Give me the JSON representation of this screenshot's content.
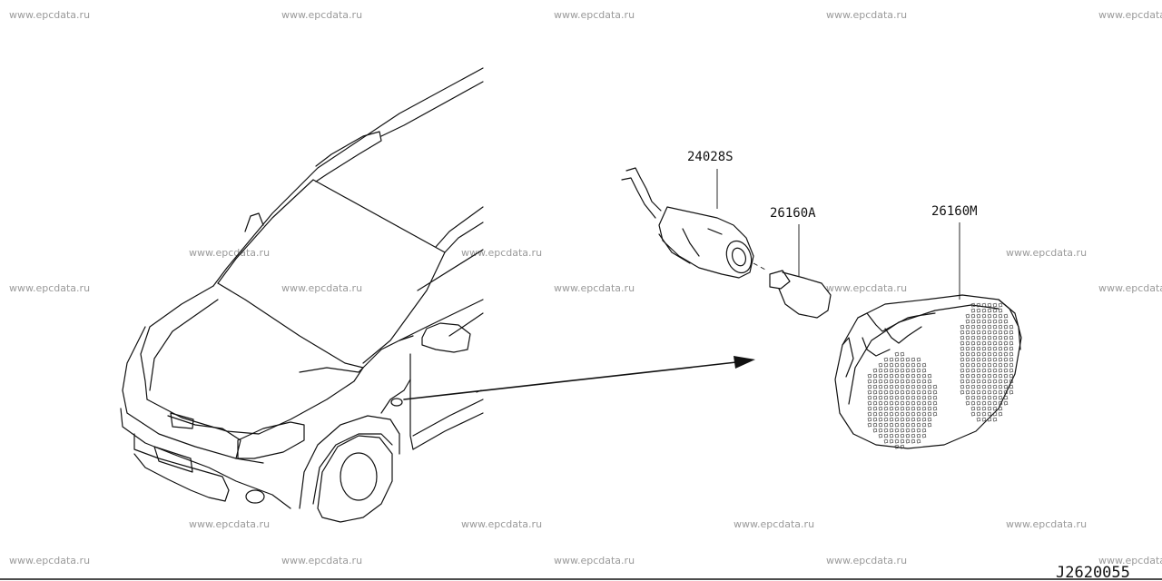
{
  "watermark_text": "www.epcdata.ru",
  "parts": [
    {
      "part_number": "24028S"
    },
    {
      "part_number": "26160A"
    },
    {
      "part_number": "26160M"
    }
  ],
  "diagram_code": "J2620055"
}
